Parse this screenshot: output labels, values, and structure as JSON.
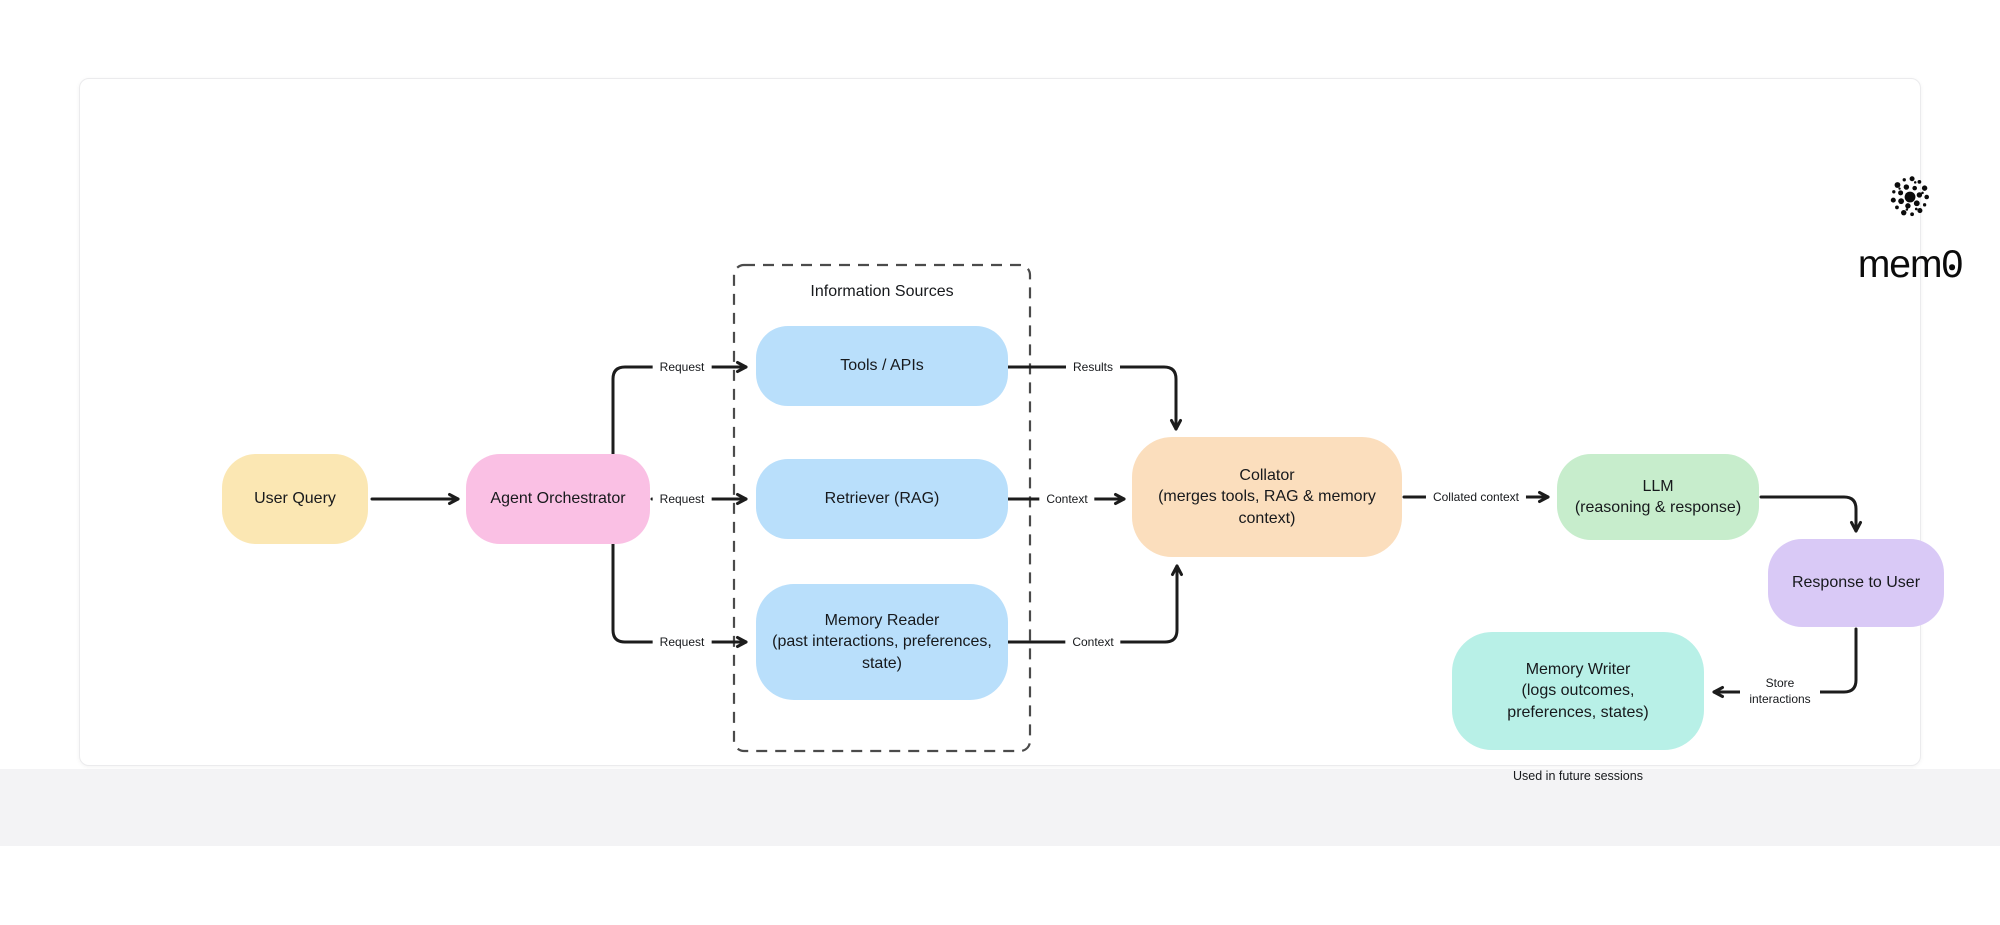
{
  "brand": {
    "logo_text_prefix": "mem",
    "logo_text_zero": "0"
  },
  "colors": {
    "user_query": "#fbe7b3",
    "agent_orchestrator": "#fac0e4",
    "info_source": "#b9dffb",
    "collator": "#fbdebd",
    "llm": "#c7edcc",
    "response": "#d9c9f6",
    "memory_writer": "#b8f0e7",
    "arrow": "#1c1c1c",
    "dashed_border": "#4b4b4b",
    "text": "#17191c"
  },
  "diagram": {
    "container": {
      "title": "Information Sources"
    },
    "nodes": {
      "user_query": {
        "label": "User Query"
      },
      "agent_orchestrator": {
        "label": "Agent Orchestrator"
      },
      "tools_apis": {
        "label": "Tools / APIs"
      },
      "retriever": {
        "label": "Retriever (RAG)"
      },
      "memory_reader": {
        "title": "Memory Reader",
        "subtitle": "(past interactions, preferences, state)"
      },
      "collator": {
        "title": "Collator",
        "subtitle": "(merges tools, RAG & memory context)"
      },
      "llm": {
        "title": "LLM",
        "subtitle": "(reasoning & response)"
      },
      "response_to_user": {
        "label": "Response to User"
      },
      "memory_writer": {
        "title": "Memory Writer",
        "subtitle": "(logs outcomes, preferences, states)"
      }
    },
    "edge_labels": {
      "request_tools": "Request",
      "request_retriever": "Request",
      "request_memory": "Request",
      "results": "Results",
      "context_retriever": "Context",
      "context_memory": "Context",
      "collated_context": "Collated context",
      "store_interactions": "Store interactions"
    },
    "notes": {
      "used_in_future_sessions": "Used in future sessions"
    }
  }
}
